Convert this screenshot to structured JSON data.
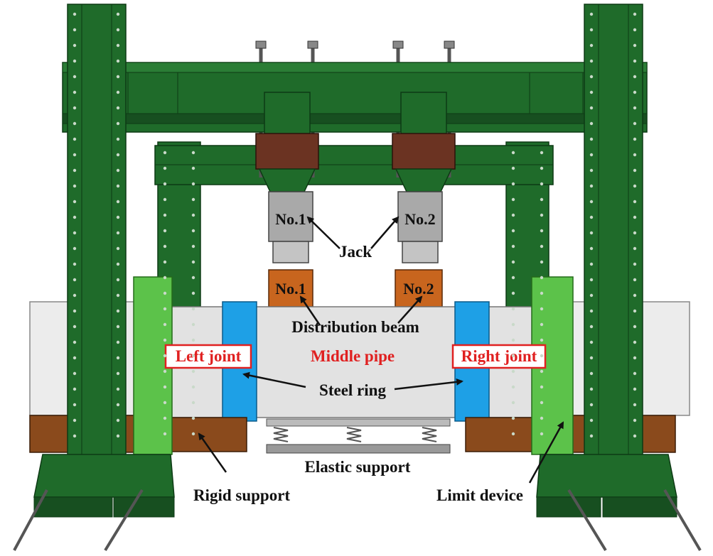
{
  "labels": {
    "jack_no1": "No.1",
    "jack_no2": "No.2",
    "jack": "Jack",
    "beam_no1": "No.1",
    "beam_no2": "No.2",
    "distribution_beam": "Distribution beam",
    "left_joint": "Left joint",
    "middle_pipe": "Middle pipe",
    "right_joint": "Right joint",
    "steel_ring": "Steel ring",
    "elastic_support": "Elastic support",
    "rigid_support": "Rigid support",
    "limit_device": "Limit device"
  },
  "colors": {
    "frame_green": "#1f6b2a",
    "frame_dark": "#134a1b",
    "limit_green": "#5cc24a",
    "jack_gray": "#a9a9a9",
    "dist_beam_orange": "#c8651e",
    "clamp_brown": "#6b3322",
    "rigid_brown": "#8a4a1c",
    "steel_ring_blue": "#1ea0e6",
    "pipe_gray": "#e2e2e2",
    "accent_red": "#e02020"
  }
}
